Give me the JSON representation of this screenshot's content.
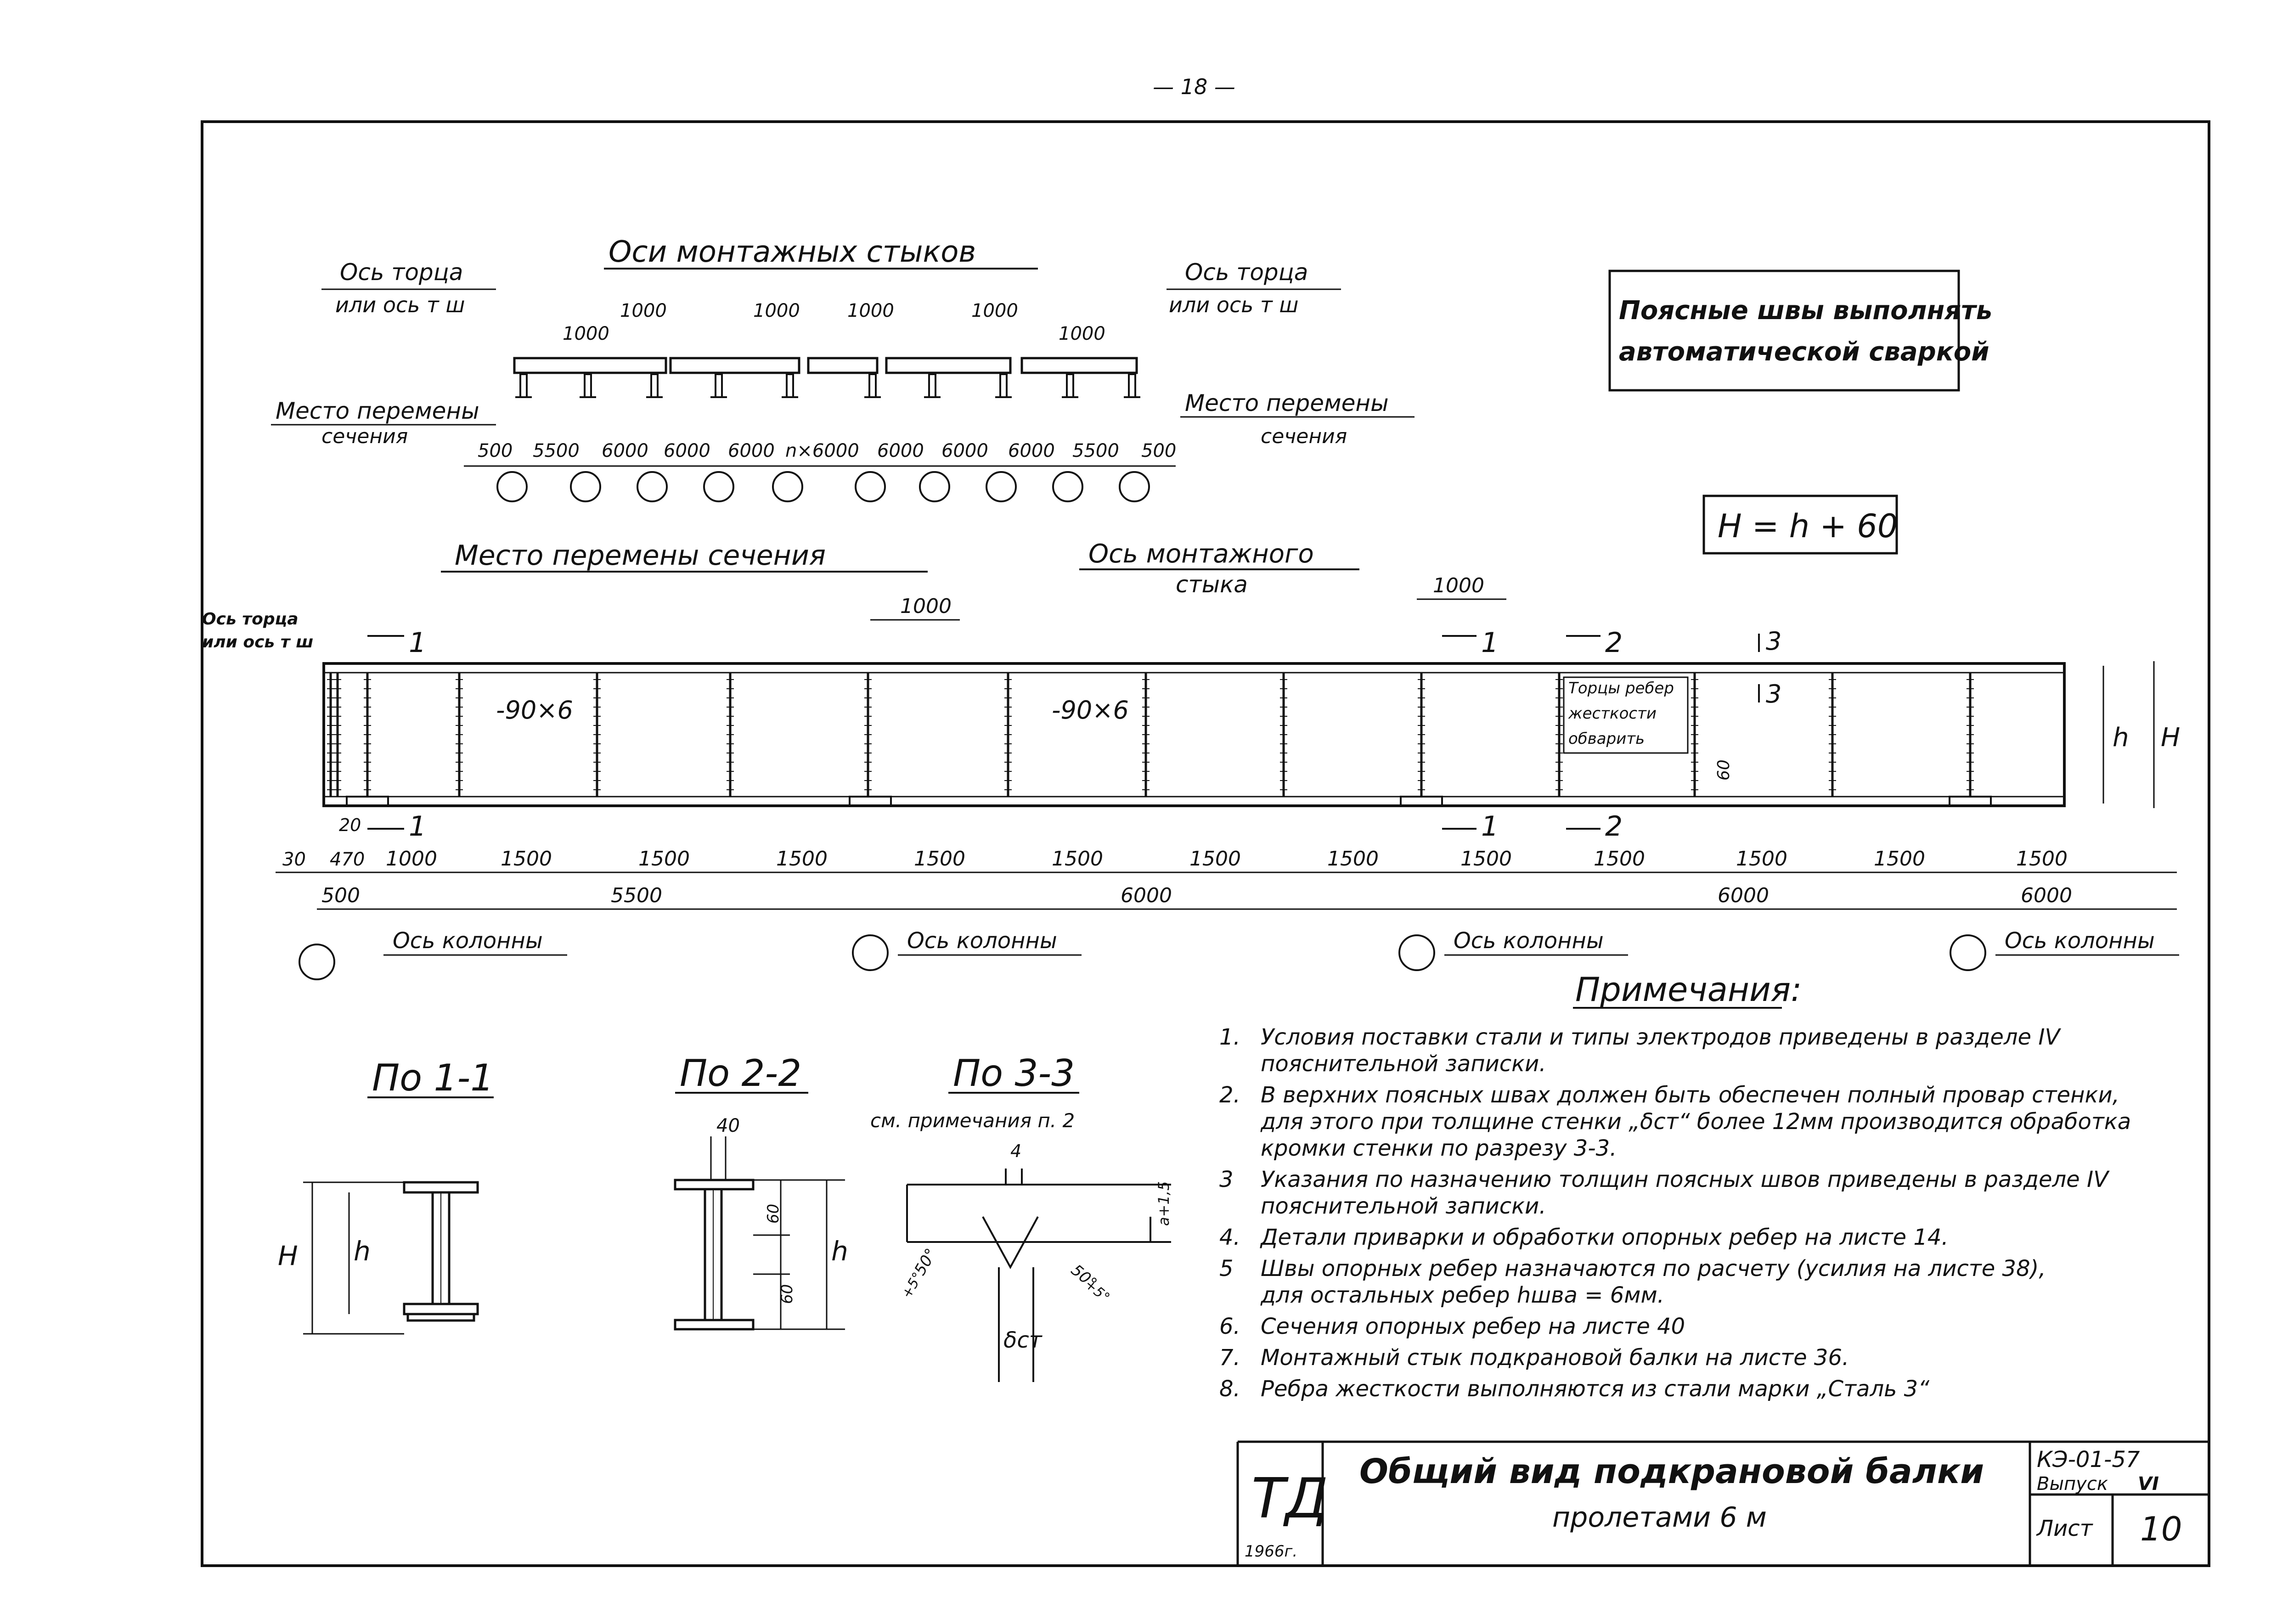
{
  "page_number": "— 18 —",
  "welding_note": [
    "Поясные швы выполнять",
    "автоматической сваркой"
  ],
  "formula": "H = h + 60",
  "scheme": {
    "title": "Оси монтажных стыков",
    "end_axis_left": [
      "Ось торца",
      "или ось т ш"
    ],
    "end_axis_right": [
      "Ось торца",
      "или ось т ш"
    ],
    "section_change_left": [
      "Место перемены",
      "сечения"
    ],
    "section_change_right": [
      "Место перемены",
      "сечения"
    ],
    "joint_offsets": [
      "1000",
      "1000",
      "1000",
      "1000",
      "1000",
      "1000"
    ],
    "spans": [
      "500",
      "5500",
      "6000",
      "6000",
      "6000",
      "n×6000",
      "6000",
      "6000",
      "6000",
      "5500",
      "500"
    ]
  },
  "main": {
    "section_change_label": "Место перемены сечения",
    "mounting_joint_label": [
      "Ось монтажного",
      "стыка"
    ],
    "end_axis_label": [
      "Ось торца",
      "или ось т ш"
    ],
    "offset_1000_a": "1000",
    "offset_1000_b": "1000",
    "cut_marks": [
      "1",
      "1",
      "1",
      "1",
      "2",
      "2",
      "3",
      "3"
    ],
    "stiffener_label_a": "-90×6",
    "stiffener_label_b": "-90×6",
    "weld_note": [
      "Торцы ребер",
      "жесткости",
      "обварить"
    ],
    "dim_60": "60",
    "height_h": "h",
    "height_H": "H",
    "small_dims": [
      "20",
      "30",
      "470"
    ],
    "ribs": [
      "1000",
      "1500",
      "1500",
      "1500",
      "1500",
      "1500",
      "1500",
      "1500",
      "1500",
      "1500",
      "1500",
      "1500",
      "1500"
    ],
    "spans": [
      "500",
      "5500",
      "6000",
      "6000",
      "6000"
    ],
    "column_axis": "Ось колонны"
  },
  "notes": {
    "title": "Примечания:",
    "items": [
      [
        "1.",
        "Условия поставки стали и типы электродов приведены в разделе IV",
        "пояснительной записки."
      ],
      [
        "2.",
        "В верхних поясных швах должен быть обеспечен полный провар стенки,",
        "для этого при толщине стенки „δст“ более 12мм производится обработка",
        "кромки стенки по разрезу 3-3."
      ],
      [
        "3",
        "Указания по назначению толщин поясных швов приведены в разделе IV",
        "пояснительной записки."
      ],
      [
        "4.",
        "Детали приварки и обработки опорных ребер на листе 14."
      ],
      [
        "5",
        "Швы опорных ребер назначаются по расчету (усилия на листе 38),",
        "для остальных ребер hшва = 6мм."
      ],
      [
        "6.",
        "Сечения опорных ребер на листе 40"
      ],
      [
        "7.",
        "Монтажный стык подкрановой балки на листе 36."
      ],
      [
        "8.",
        "Ребра жесткости выполняются из стали марки „Сталь 3“"
      ]
    ]
  },
  "sections": {
    "s11": {
      "title": "По 1-1",
      "H": "H",
      "h": "h"
    },
    "s22": {
      "title": "По 2-2",
      "d40": "40",
      "d60a": "60",
      "d60b": "60",
      "h": "h"
    },
    "s33": {
      "title": "По 3-3",
      "subtitle": "см. примечания п. 2",
      "d4": "4",
      "a15": "а+1,5",
      "ang1": "50°",
      "ang1b": "+5°",
      "ang2": "50°",
      "ang2b": "+5°",
      "delta": "δст"
    }
  },
  "title_block": {
    "logo": "ТД",
    "year": "1966г.",
    "title_line1": "Общий вид подкрановой балки",
    "title_line2": "пролетами 6 м",
    "code": "КЭ-01-57",
    "issue_label": "Выпуск",
    "issue_value": "VI",
    "sheet_label": "Лист",
    "sheet_value": "10"
  }
}
